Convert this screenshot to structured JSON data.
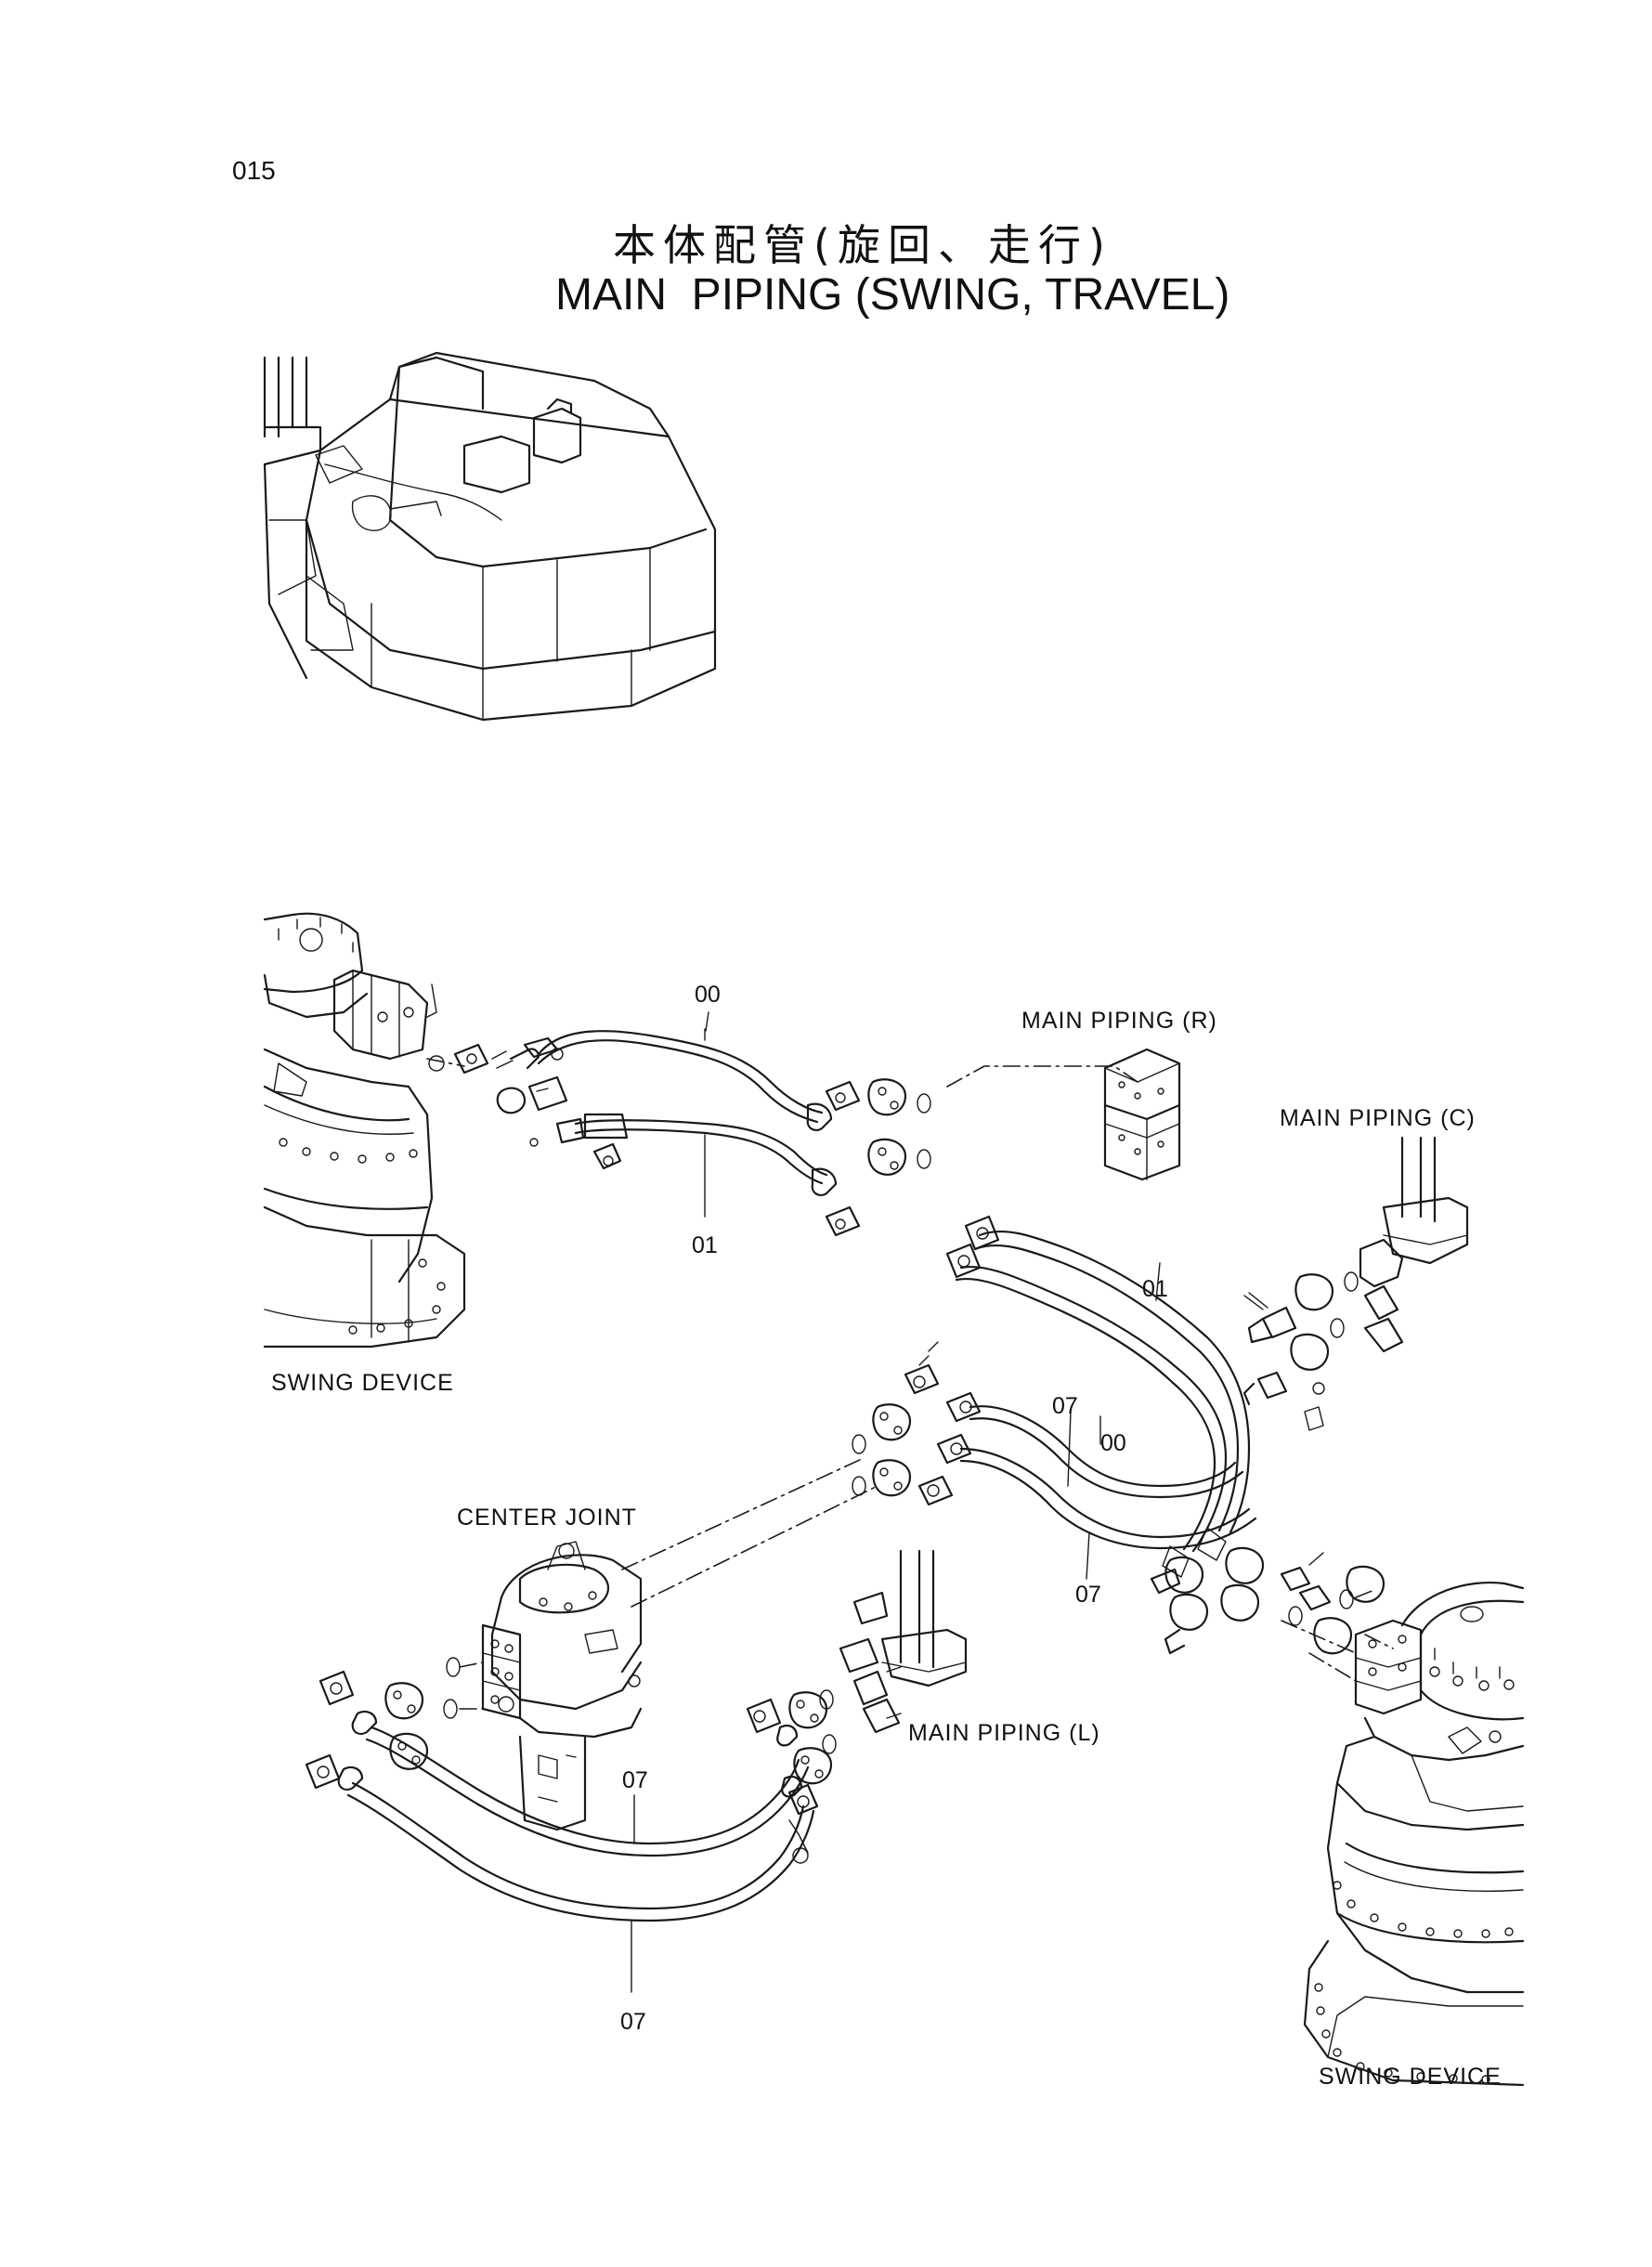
{
  "page_number": "015",
  "title_jp": "本体配管(旋回、走行)",
  "title_en": "MAIN  PIPING (SWING, TRAVEL)",
  "labels": {
    "main_piping_r": "MAIN PIPING (R)",
    "main_piping_c": "MAIN PIPING (C)",
    "main_piping_l": "MAIN PIPING (L)",
    "swing_device_left": "SWING DEVICE",
    "swing_device_right": "SWING DEVICE",
    "center_joint": "CENTER JOINT"
  },
  "callouts": {
    "top_00": "00",
    "top_01": "01",
    "right_01": "01",
    "mid_07": "07",
    "mid_00": "00",
    "lower_07": "07",
    "bottom_07_upper": "07",
    "bottom_07_lower": "07"
  }
}
